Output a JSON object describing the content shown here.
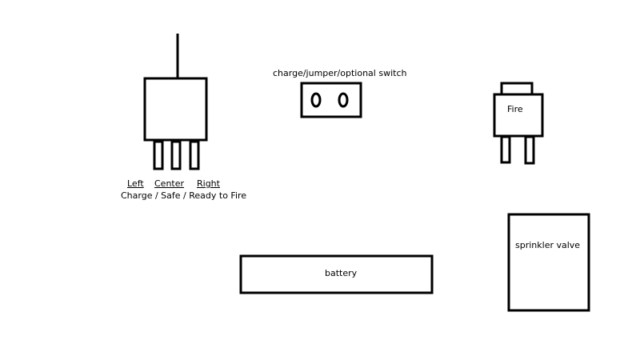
{
  "diagram": {
    "selector_switch": {
      "positions": [
        "Left",
        "Center",
        "Right"
      ],
      "modes_caption": "Charge / Safe / Ready to Fire"
    },
    "charge_switch": {
      "label": "charge/jumper/optional switch"
    },
    "fire_button": {
      "label": "Fire"
    },
    "battery": {
      "label": "battery"
    },
    "sprinkler_valve": {
      "label": "sprinkler valve"
    },
    "colors": {
      "stroke": "#000000",
      "background": "#ffffff"
    }
  }
}
